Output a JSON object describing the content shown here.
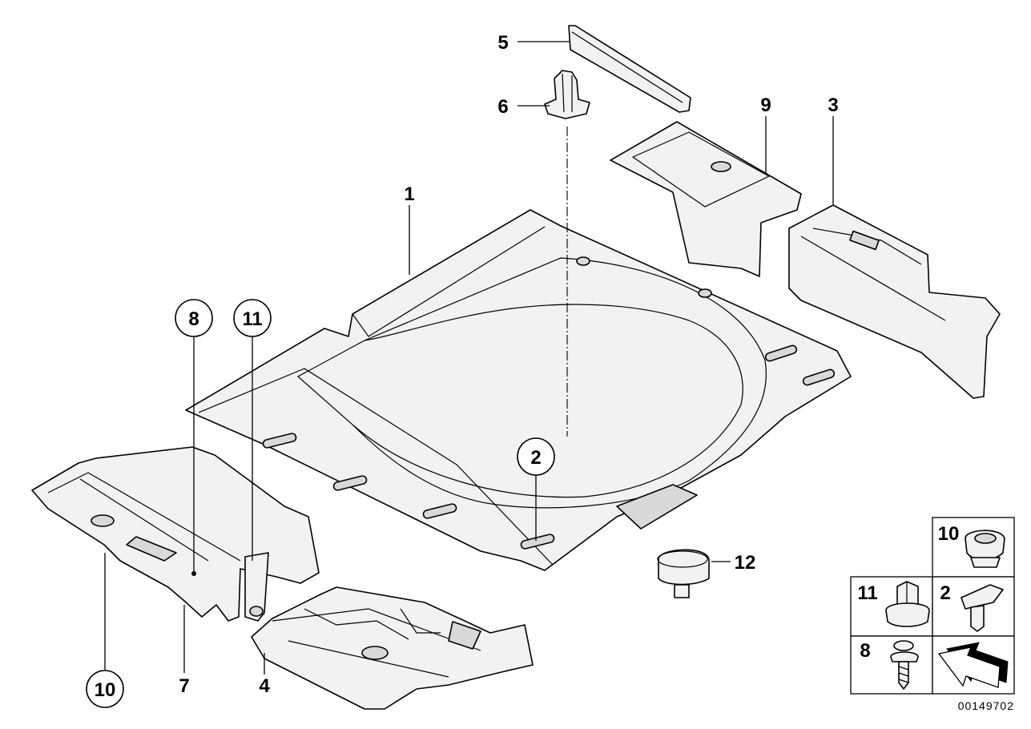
{
  "callouts": {
    "c1": "1",
    "c2": "2",
    "c3": "3",
    "c4": "4",
    "c5": "5",
    "c6": "6",
    "c7": "7",
    "c8": "8",
    "c9": "9",
    "c10": "10",
    "c11": "11",
    "c12": "12"
  },
  "legend": {
    "l10": "10",
    "l11": "11",
    "l2": "2",
    "l8": "8"
  },
  "reference_number": "00149702"
}
